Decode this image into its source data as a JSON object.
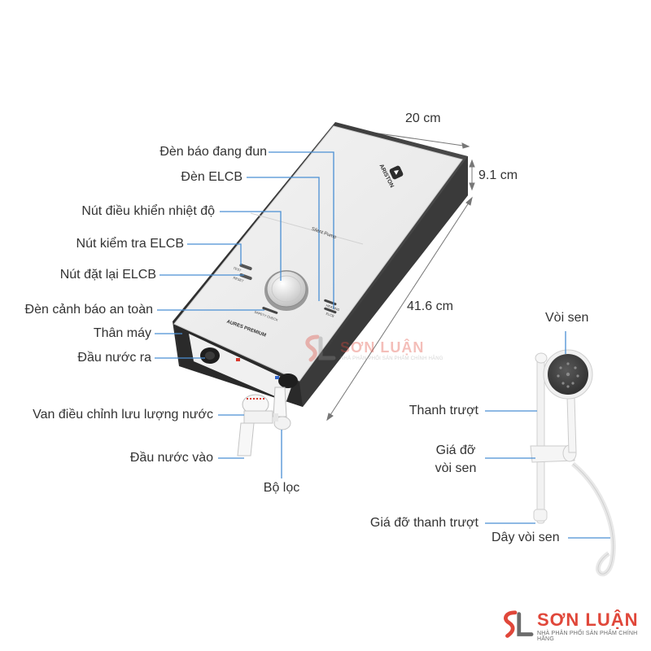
{
  "dimensions": {
    "width": "20 cm",
    "depth": "9.1 cm",
    "height": "41.6 cm"
  },
  "heater_labels": {
    "heating_light": "Đèn báo đang đun",
    "elcb_light": "Đèn ELCB",
    "temp_knob": "Nút điều khiển nhiệt độ",
    "elcb_test": "Nút kiểm tra ELCB",
    "elcb_reset": "Nút đặt lại ELCB",
    "safety_light": "Đèn cảnh báo an toàn",
    "body": "Thân máy",
    "water_out": "Đầu nước ra",
    "flow_valve": "Van điều chỉnh lưu lượng nước",
    "water_in": "Đầu nước vào",
    "filter": "Bộ lọc"
  },
  "shower_labels": {
    "shower_head": "Vòi sen",
    "slide_bar": "Thanh trượt",
    "holder_line1": "Giá đỡ",
    "holder_line2": "vòi sen",
    "bar_bracket": "Giá đỡ thanh trượt",
    "hose": "Dây vòi sen"
  },
  "device_print": {
    "brand": "ARISTON",
    "model": "AURES PREMIUM",
    "pump": "Silent Pump",
    "test": "TEST",
    "reset": "RESET",
    "safety": "SAFETY CHECK",
    "heating": "HEATING",
    "elcb": "ELCB"
  },
  "watermark": {
    "name": "SƠN LUẬN",
    "tagline": "NHÀ PHÂN PHỐI SẢN PHẨM CHÍNH HÃNG"
  },
  "colors": {
    "leader": "#4a8fd4",
    "dimension": "#777777",
    "brand_red": "#e0473a",
    "brand_dark": "#6b6b6b"
  }
}
